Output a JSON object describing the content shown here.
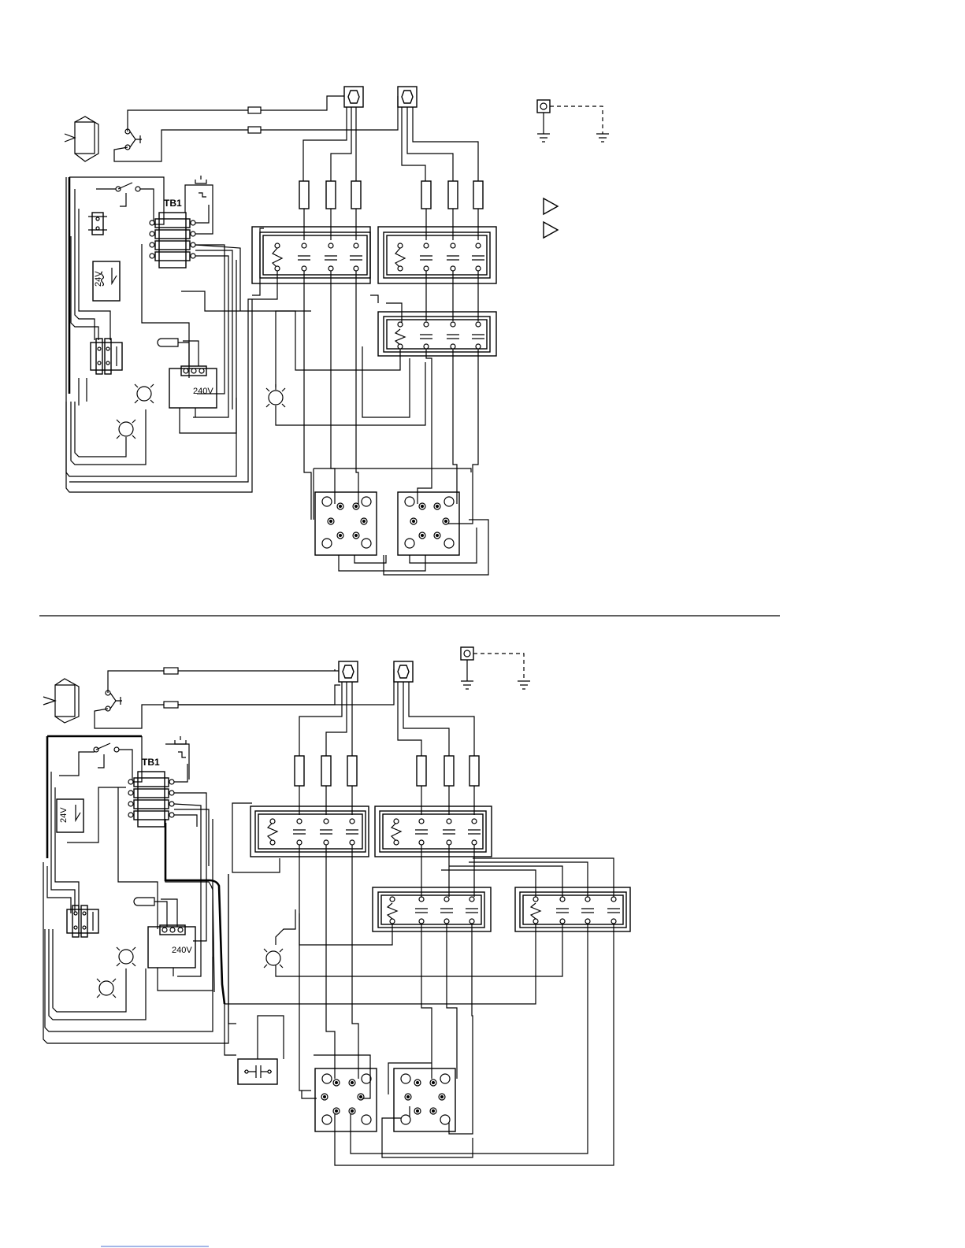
{
  "diagrams": [
    {
      "terminal_block_label": "TB1",
      "transformer_label": "240V",
      "relay_label": "24V"
    },
    {
      "terminal_block_label": "TB1",
      "transformer_label": "240V",
      "relay_label": "24V"
    }
  ],
  "icons": [
    "ground-icon",
    "arrow-marker-icon",
    "lamp-icon",
    "fuse-icon",
    "contactor-icon",
    "heating-element-block-icon"
  ]
}
